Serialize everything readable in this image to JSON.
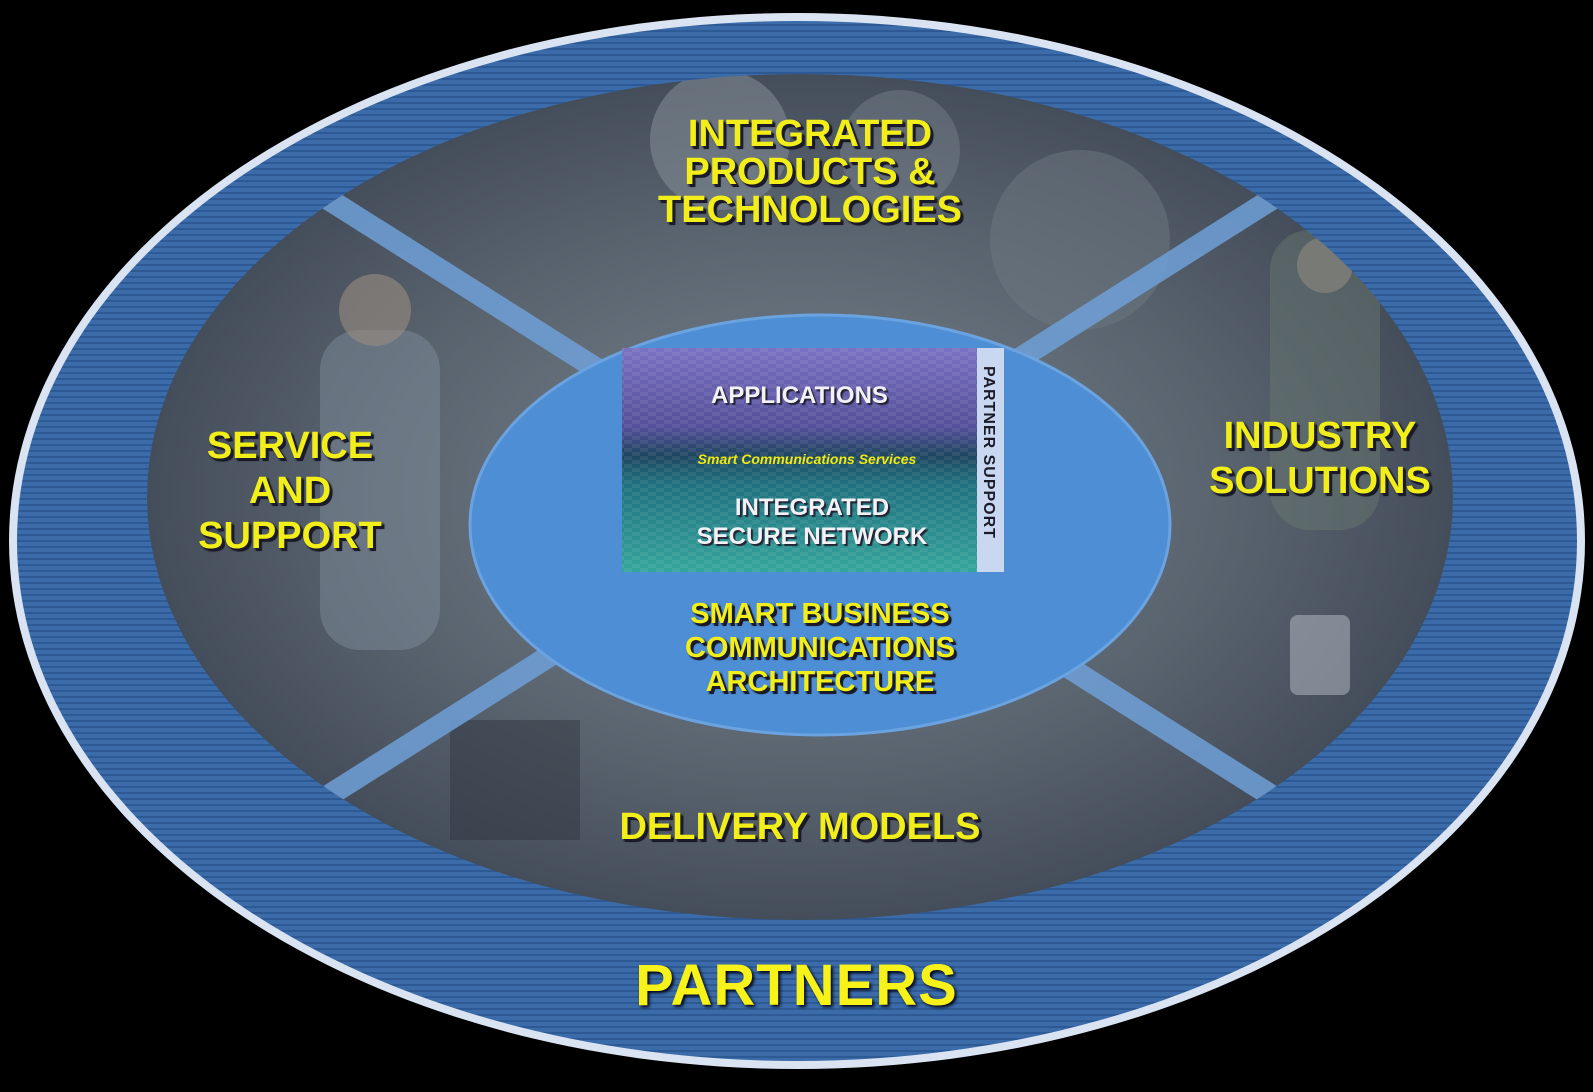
{
  "segments": {
    "top": [
      "INTEGRATED",
      "PRODUCTS &",
      "TECHNOLOGIES"
    ],
    "left": [
      "SERVICE",
      "AND",
      "SUPPORT"
    ],
    "right": [
      "INDUSTRY",
      "SOLUTIONS"
    ],
    "bottom": [
      "DELIVERY MODELS"
    ]
  },
  "outer_label": "PARTNERS",
  "core": {
    "applications": "APPLICATIONS",
    "services": "Smart Communications Services",
    "network": [
      "INTEGRATED",
      "SECURE NETWORK"
    ],
    "side_bar": "PARTNER SUPPORT",
    "caption": [
      "SMART BUSINESS",
      "COMMUNICATIONS",
      "ARCHITECTURE"
    ]
  },
  "colors": {
    "ring": "#3a6aa8",
    "ring_edge": "#c8d6ea",
    "photo_tone": "#56606c",
    "center": "#4f8fd6",
    "label": "#f2ee1a",
    "stack_top": "#6c64b4",
    "stack_bottom": "#2e9e96"
  }
}
